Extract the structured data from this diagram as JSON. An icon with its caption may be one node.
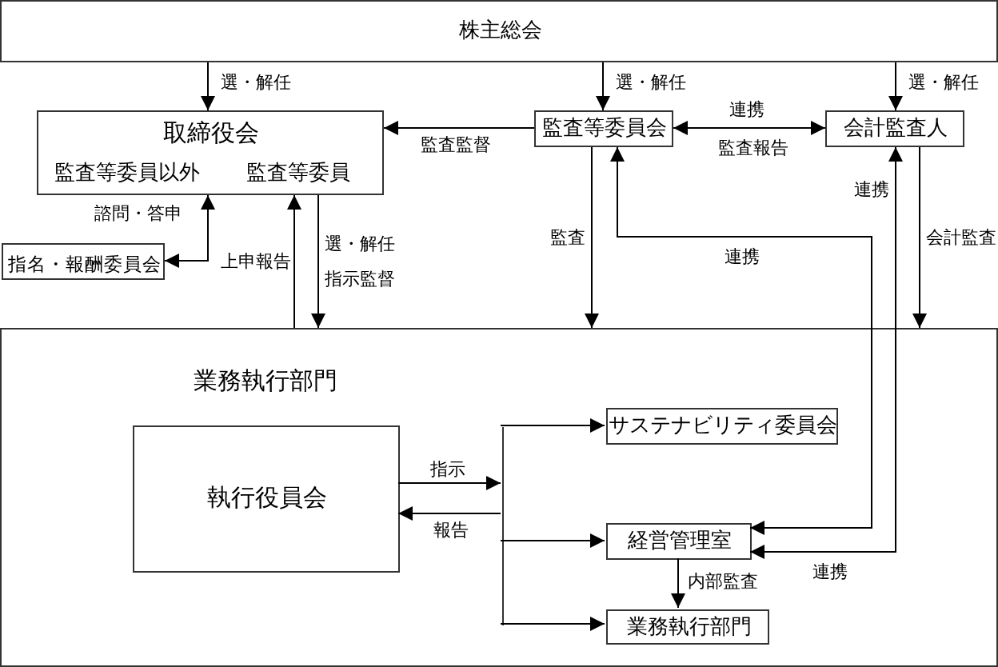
{
  "diagram": {
    "nodes": [
      {
        "text": [
          "株主総会"
        ]
      },
      {
        "text": [
          "取締役会",
          "監査等委員以外",
          "監査等委員"
        ]
      },
      {
        "text": [
          "監査等委員会"
        ]
      },
      {
        "text": [
          "会計監査人"
        ]
      },
      {
        "text": [
          "指名・報酬委員会"
        ]
      },
      {
        "text": [
          "業務執行部門"
        ]
      },
      {
        "text": [
          "執行役員会"
        ],
        "in": 5
      },
      {
        "text": [
          "サステナビリティ委員会"
        ],
        "in": 5
      },
      {
        "text": [
          "経営管理室"
        ],
        "in": 5
      },
      {
        "text": [
          "業務執行部門"
        ],
        "in": 5
      },
      {
        "text": [],
        "shape": "bar",
        "in": 5
      }
    ],
    "edges": [
      {
        "from": 0,
        "to": 1,
        "arrow": "to",
        "label": "選・解任"
      },
      {
        "from": 0,
        "to": 2,
        "arrow": "to",
        "label": "選・解任"
      },
      {
        "from": 0,
        "to": 3,
        "arrow": "to",
        "label": "選・解任"
      },
      {
        "from": 2,
        "to": 1,
        "arrow": "to",
        "label": "監査監督"
      },
      {
        "from": 2,
        "to": 3,
        "arrow": "both",
        "label": "連携"
      },
      {
        "from": 1,
        "to": 4,
        "arrow": "both",
        "label": "諮問・答申"
      },
      {
        "from": 5,
        "to": 1,
        "arrow": "to"
      },
      {
        "from": 1,
        "to": 5,
        "arrow": "to",
        "label": "選・解任"
      },
      {
        "from": 2,
        "to": 5,
        "arrow": "to",
        "label": "監査"
      },
      {
        "from": 8,
        "to": 2,
        "arrow": "both",
        "label": "連携"
      },
      {
        "from": 3,
        "to": 8,
        "arrow": "both",
        "label": "連携"
      },
      {
        "from": 3,
        "to": 5,
        "arrow": "to",
        "label": "会計監査"
      },
      {
        "from": 6,
        "to": 10,
        "arrow": "to",
        "label": "指示"
      },
      {
        "from": 10,
        "to": 6,
        "arrow": "to",
        "label": "報告"
      },
      {
        "from": 10,
        "to": 7,
        "arrow": "to"
      },
      {
        "from": 10,
        "to": 8,
        "arrow": "to"
      },
      {
        "from": 10,
        "to": 9,
        "arrow": "to"
      },
      {
        "from": 8,
        "to": 9,
        "arrow": "to",
        "label": "内部監査"
      }
    ],
    "labels": [
      "監査報告",
      "上申報告",
      "指示監督",
      "連携"
    ]
  }
}
